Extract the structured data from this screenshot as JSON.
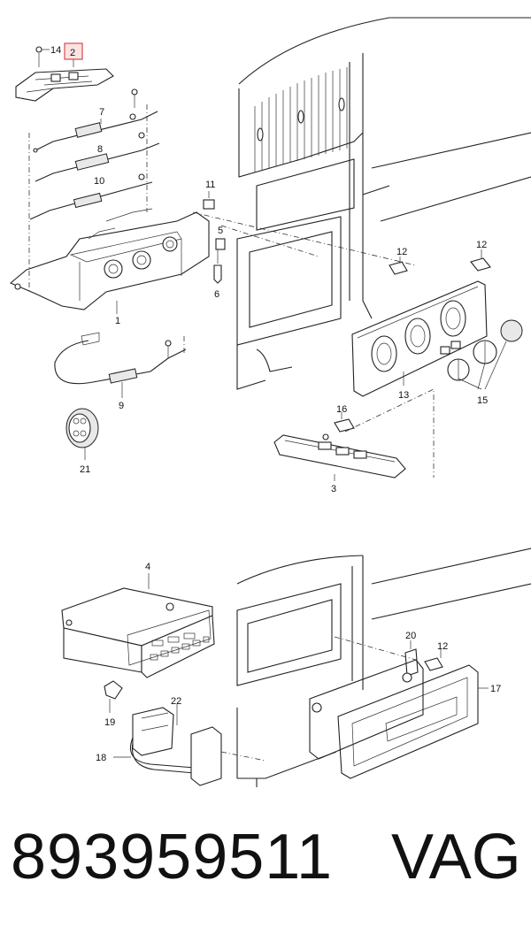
{
  "diagram": {
    "highlighted_callout": "2",
    "callouts": [
      "14",
      "2",
      "7",
      "8",
      "10",
      "11",
      "5",
      "6",
      "1",
      "9",
      "21",
      "12",
      "12",
      "13",
      "15",
      "16",
      "3",
      "4",
      "19",
      "22",
      "18",
      "20",
      "12",
      "17"
    ]
  },
  "footer": {
    "part_number": "893959511",
    "brand": "VAG"
  }
}
